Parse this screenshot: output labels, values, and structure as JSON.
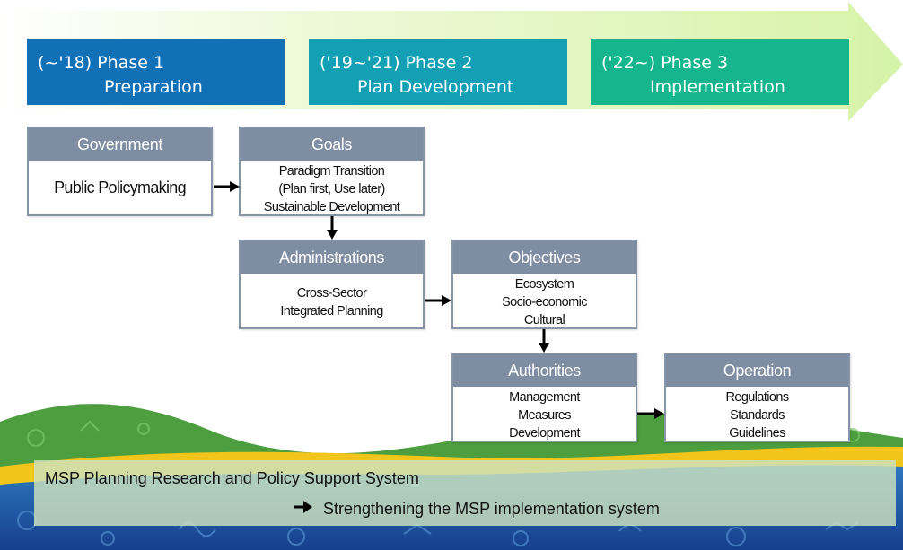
{
  "phases": [
    {
      "line1": "(~'18) Phase 1",
      "line2": "Preparation"
    },
    {
      "line1": "('19~'21) Phase 2",
      "line2": "Plan Development"
    },
    {
      "line1": "('22~) Phase 3",
      "line2": "Implementation"
    }
  ],
  "government": {
    "header": "Government",
    "body": "Public Policymaking"
  },
  "goals": {
    "header": "Goals",
    "lines": [
      "Paradigm Transition",
      "(Plan first, Use later)",
      "Sustainable Development"
    ]
  },
  "administrations": {
    "header": "Administrations",
    "lines": [
      "Cross-Sector",
      "Integrated Planning"
    ]
  },
  "objectives": {
    "header": "Objectives",
    "lines": [
      "Ecosystem",
      "Socio-economic",
      "Cultural"
    ]
  },
  "authorities": {
    "header": "Authorities",
    "lines": [
      "Management",
      "Measures",
      "Development"
    ]
  },
  "operation": {
    "header": "Operation",
    "lines": [
      "Regulations",
      "Standards",
      "Guidelines"
    ]
  },
  "banner": {
    "title": "MSP Planning Research and Policy Support System",
    "subtitle": "Strengthening the MSP implementation system"
  }
}
